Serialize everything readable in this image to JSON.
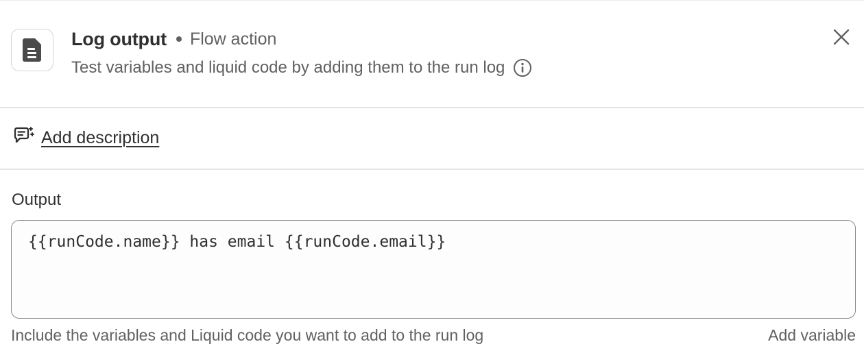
{
  "header": {
    "title": "Log output",
    "tag": "Flow action",
    "description": "Test variables and liquid code by adding them to the run log",
    "icon": "document-icon",
    "info_icon": "info-icon",
    "close_icon": "close-icon"
  },
  "description_row": {
    "label": "Add description",
    "icon": "chat-sparkle-icon"
  },
  "output": {
    "label": "Output",
    "value": "{{runCode.name}} has email {{runCode.email}}",
    "help_text": "Include the variables and Liquid code you want to add to the run log",
    "add_variable_label": "Add variable"
  },
  "colors": {
    "text_primary": "#303030",
    "text_secondary": "#616161",
    "border": "#e3e3e3",
    "field_border": "#8a8a8a"
  }
}
